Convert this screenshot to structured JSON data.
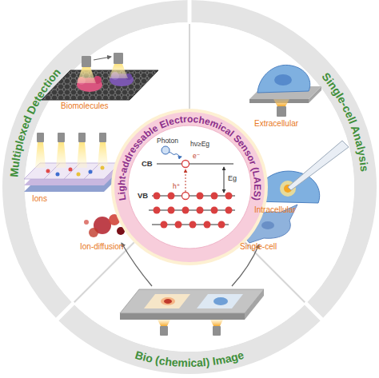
{
  "diagram": {
    "nodes": [
      {
        "text": [
          "Multiplexed Detection"
        ]
      },
      {
        "text": [
          "Single-cell Analysis"
        ]
      },
      {
        "text": [
          "Light-addressable Electrochemical Sensor (LAES)"
        ]
      },
      {
        "text": [
          "Bio (chemical) Image"
        ]
      }
    ],
    "labels": [
      "Biomolecules",
      "Ions",
      "Extracellular",
      "Intracellular",
      "Ion-diffusion",
      "Single-cell",
      "Photon",
      "hν≥Eg",
      "CB",
      "e⁻",
      "Eg",
      "h⁺",
      "VB"
    ]
  }
}
